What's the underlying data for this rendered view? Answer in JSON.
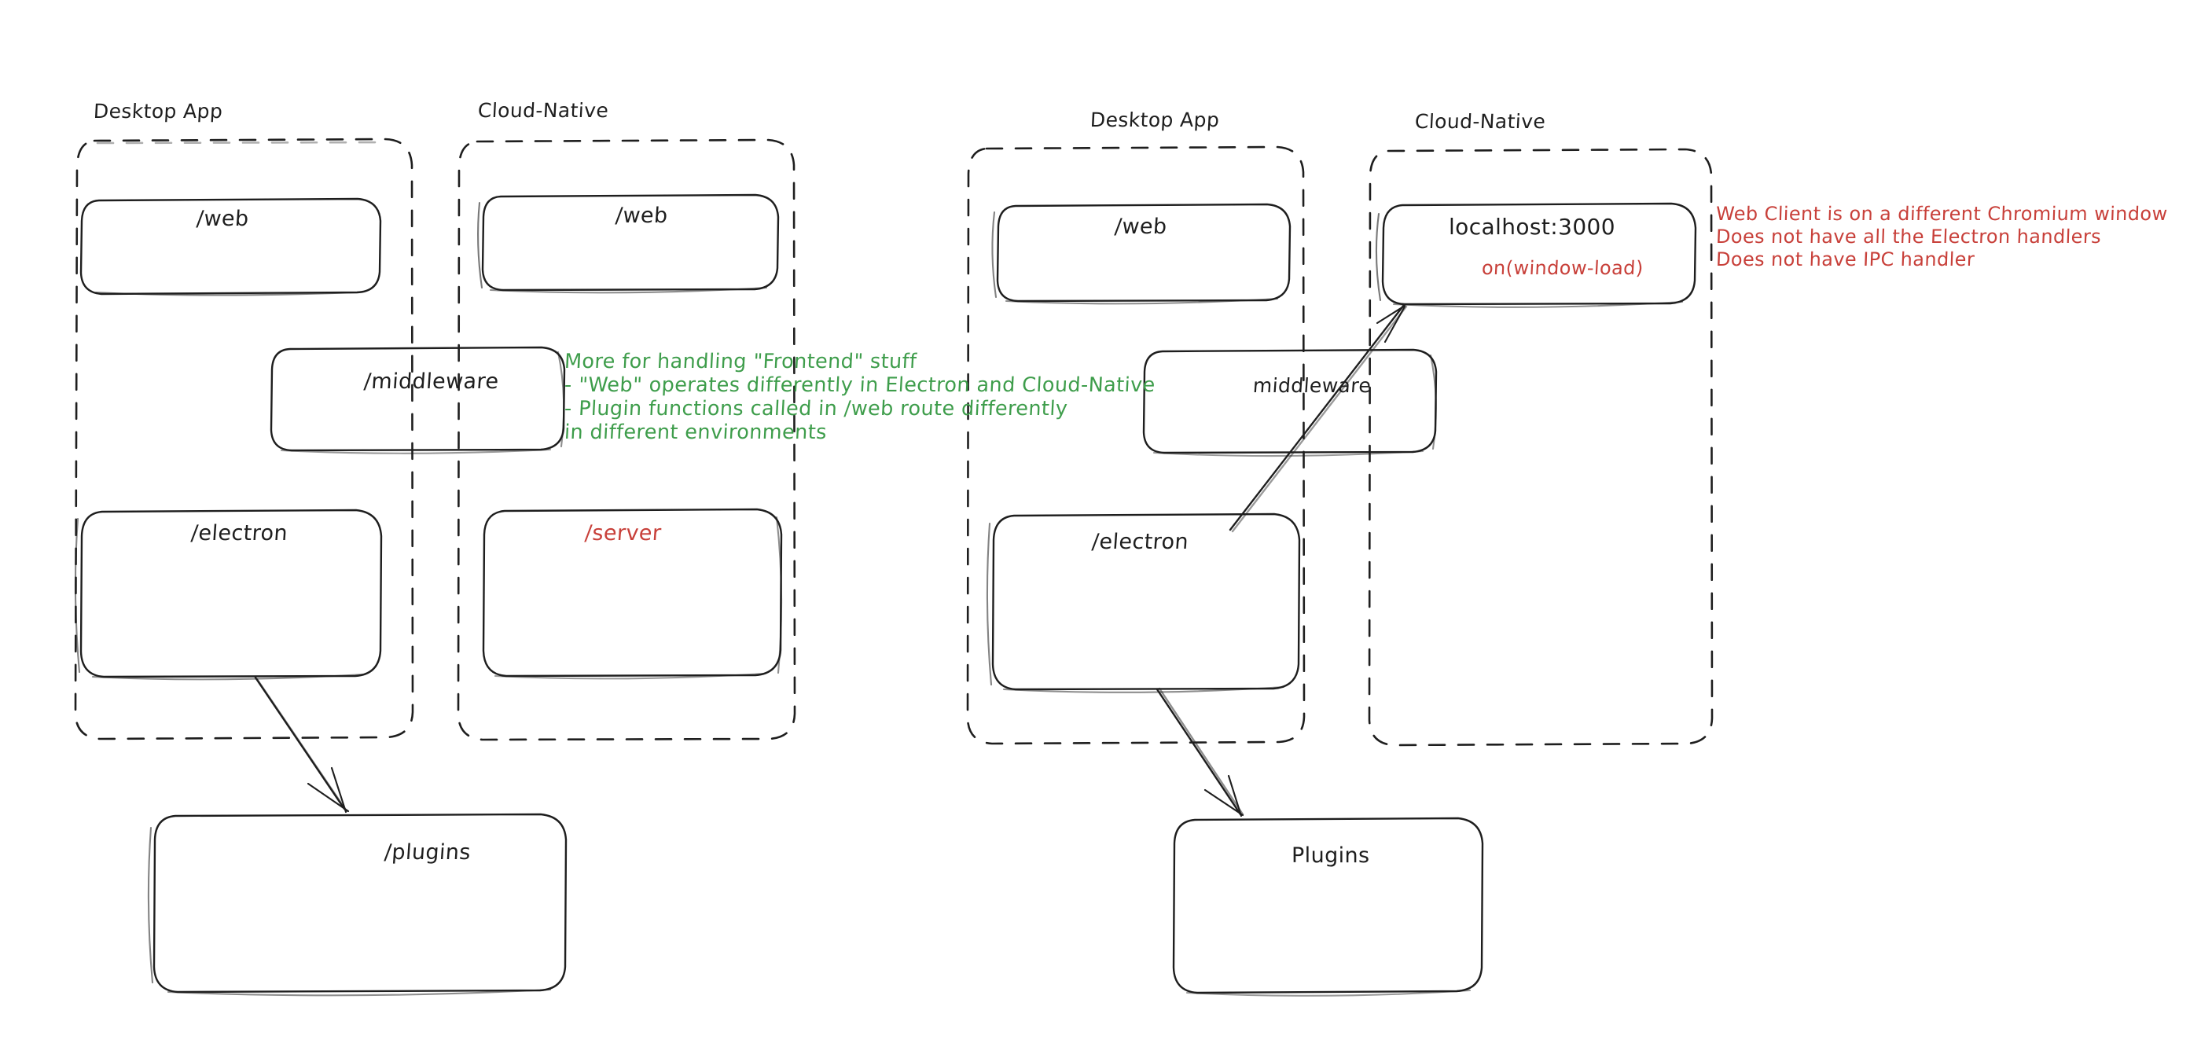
{
  "canvas": {
    "background": "#ffffff",
    "stroke_color": "#1e1e1e",
    "green": "#3e9d4b",
    "red": "#c8403a"
  },
  "left_diagram": {
    "groups": [
      {
        "id": "left-desktop",
        "title": "Desktop App"
      },
      {
        "id": "left-cloud",
        "title": "Cloud-Native"
      }
    ],
    "nodes": [
      {
        "id": "l-web-desktop",
        "label": "/web",
        "color": "#1e1e1e"
      },
      {
        "id": "l-web-cloud",
        "label": "/web",
        "color": "#1e1e1e"
      },
      {
        "id": "l-middleware",
        "label": "/middleware",
        "color": "#1e1e1e"
      },
      {
        "id": "l-electron",
        "label": "/electron",
        "color": "#1e1e1e"
      },
      {
        "id": "l-server",
        "label": "/server",
        "color": "#c8403a"
      },
      {
        "id": "l-plugins",
        "label": "/plugins",
        "color": "#1e1e1e"
      }
    ],
    "arrows": [
      {
        "id": "l-electron-to-plugins",
        "from": "l-electron",
        "to": "l-plugins"
      }
    ]
  },
  "right_diagram": {
    "groups": [
      {
        "id": "r-desktop",
        "title": "Desktop App"
      },
      {
        "id": "r-cloud",
        "title": "Cloud-Native"
      }
    ],
    "nodes": [
      {
        "id": "r-web",
        "label": "/web",
        "color": "#1e1e1e"
      },
      {
        "id": "r-localhost",
        "label": "localhost:3000",
        "sublabel": "on(window-load)",
        "color": "#1e1e1e",
        "sub_color": "#c8403a"
      },
      {
        "id": "r-middleware",
        "label": "middleware",
        "color": "#1e1e1e"
      },
      {
        "id": "r-electron",
        "label": "/electron",
        "color": "#1e1e1e"
      },
      {
        "id": "r-plugins",
        "label": "Plugins",
        "color": "#1e1e1e"
      }
    ],
    "arrows": [
      {
        "id": "r-electron-to-localhost",
        "from": "r-electron",
        "to": "r-localhost"
      },
      {
        "id": "r-electron-to-plugins",
        "from": "r-electron",
        "to": "r-plugins"
      }
    ]
  },
  "annotations": {
    "green_note": {
      "color": "#3e9d4b",
      "lines": [
        "More for handling \"Frontend\" stuff",
        "- \"Web\" operates differently in Electron and Cloud-Native",
        "- Plugin functions called in /web route differently",
        "in different environments"
      ]
    },
    "red_note": {
      "color": "#c8403a",
      "lines": [
        "Web Client is on a different Chromium window",
        "Does not have all the Electron handlers",
        "Does not have IPC handler"
      ]
    }
  }
}
